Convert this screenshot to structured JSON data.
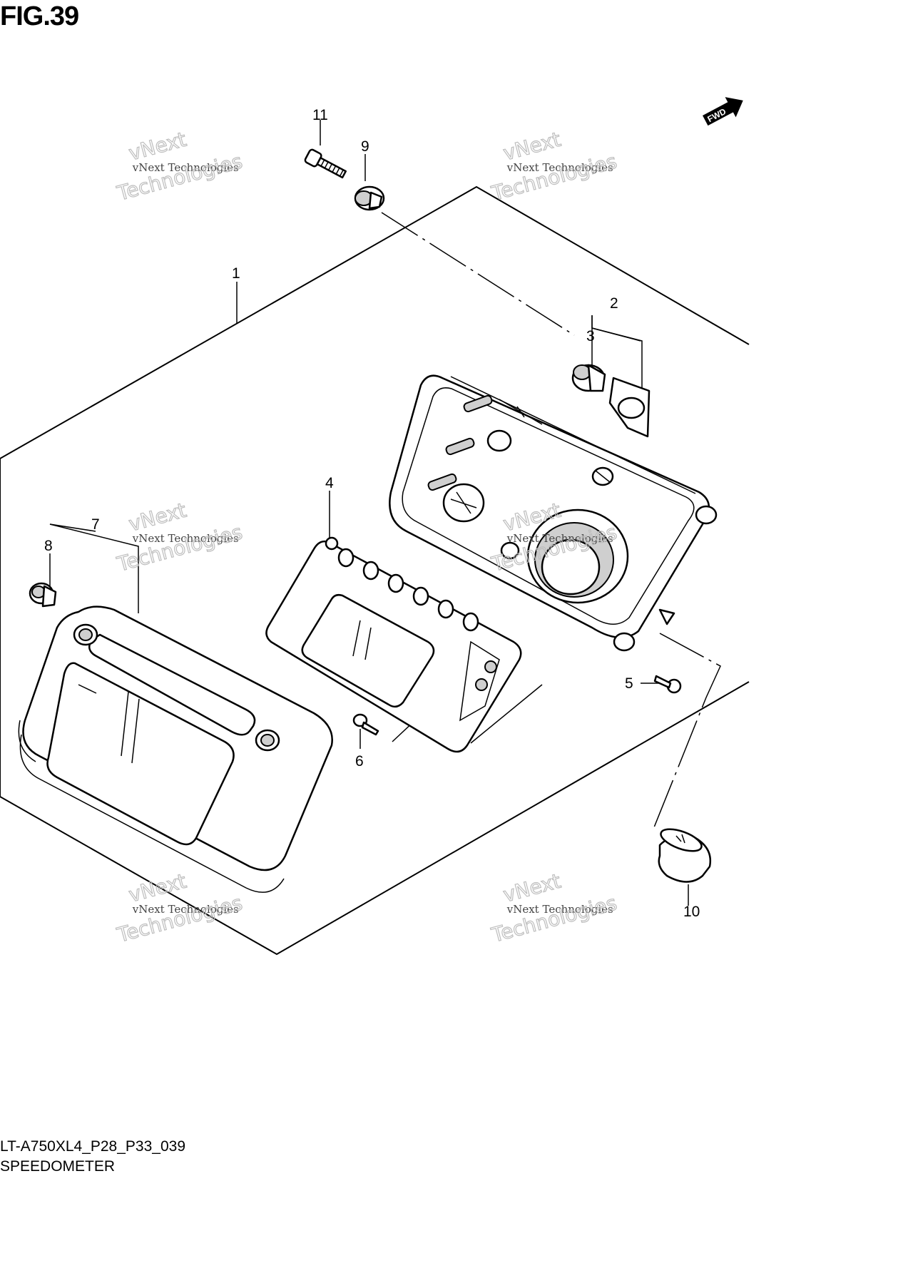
{
  "figure": {
    "title": "FIG.39",
    "model_code": "LT-A750XL4_P28_P33_039",
    "name": "SPEEDOMETER"
  },
  "direction_badge": {
    "label": "FWD",
    "icon": "forward-arrow-icon"
  },
  "callouts": [
    {
      "id": "1",
      "label": "1"
    },
    {
      "id": "2",
      "label": "2"
    },
    {
      "id": "3",
      "label": "3"
    },
    {
      "id": "4",
      "label": "4"
    },
    {
      "id": "5",
      "label": "5"
    },
    {
      "id": "6",
      "label": "6"
    },
    {
      "id": "7",
      "label": "7"
    },
    {
      "id": "8",
      "label": "8"
    },
    {
      "id": "9",
      "label": "9"
    },
    {
      "id": "10",
      "label": "10"
    },
    {
      "id": "11",
      "label": "11"
    }
  ],
  "watermark": {
    "line1": "vNext Technologies",
    "line2": "Technologies",
    "line3": "vNext"
  },
  "colors": {
    "ink": "#000000",
    "background": "#ffffff",
    "watermark": "#bdbdbd"
  }
}
